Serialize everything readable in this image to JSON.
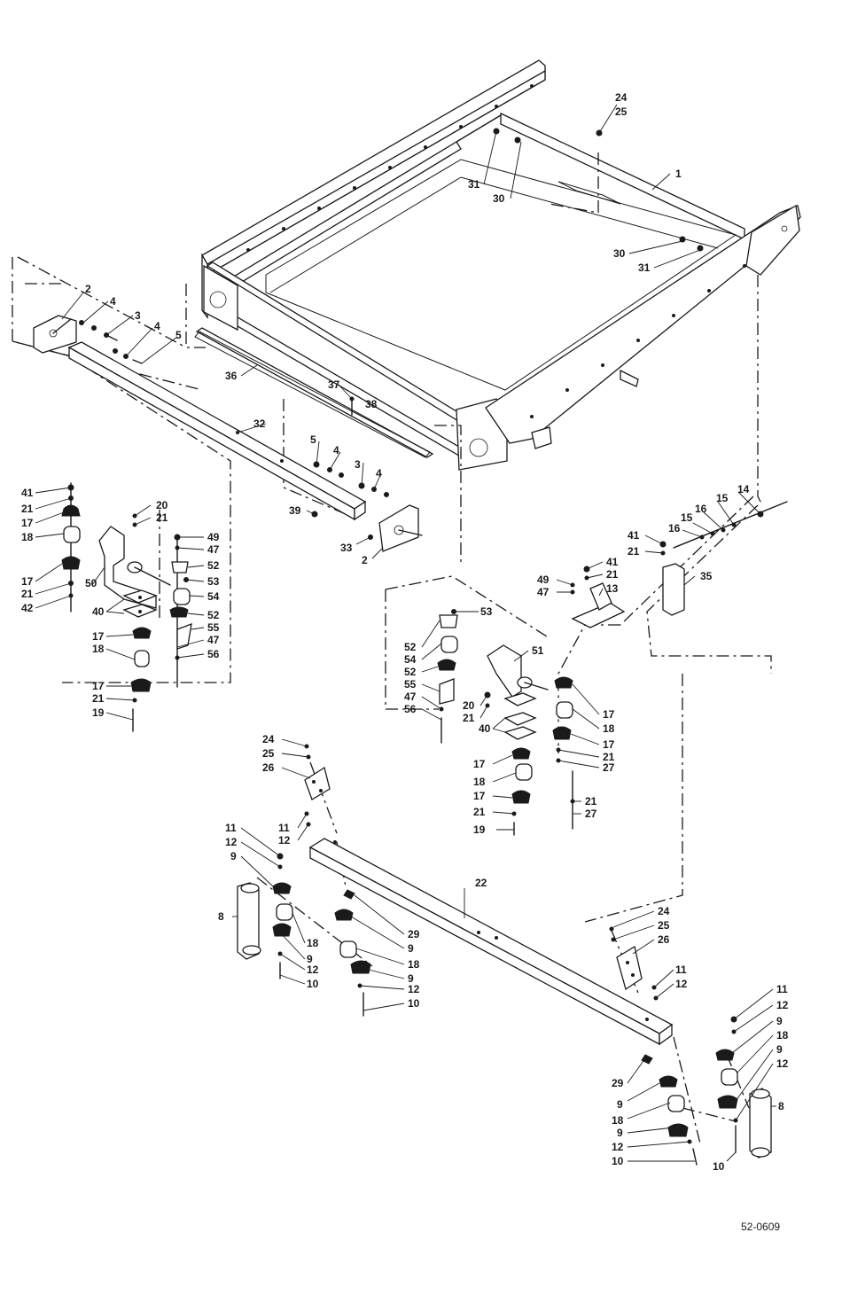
{
  "drawing": {
    "figure_number": "52-0609",
    "callouts": {
      "c_24a": "24",
      "c_25a": "25",
      "c_1": "1",
      "c_31a": "31",
      "c_30a": "30",
      "c_30b": "30",
      "c_31b": "31",
      "c_2a": "2",
      "c_4a": "4",
      "c_3a": "3",
      "c_4b": "4",
      "c_5a": "5",
      "c_36": "36",
      "c_37": "37",
      "c_38": "38",
      "c_32": "32",
      "c_5b": "5",
      "c_4c": "4",
      "c_3b": "3",
      "c_4d": "4",
      "c_39": "39",
      "c_33": "33",
      "c_2b": "2",
      "c_41a": "41",
      "c_21a": "21",
      "c_17a": "17",
      "c_18a": "18",
      "c_17b": "17",
      "c_21b": "21",
      "c_42": "42",
      "c_20a": "20",
      "c_21c": "21",
      "c_50": "50",
      "c_49a": "49",
      "c_47a": "47",
      "c_52a": "52",
      "c_53a": "53",
      "c_54a": "54",
      "c_52b": "52",
      "c_55a": "55",
      "c_47b": "47",
      "c_56a": "56",
      "c_40a": "40",
      "c_17c": "17",
      "c_18b": "18",
      "c_17d": "17",
      "c_21d": "21",
      "c_19a": "19",
      "c_14": "14",
      "c_15a": "15",
      "c_16a": "16",
      "c_15b": "15",
      "c_16b": "16",
      "c_41b": "41",
      "c_21e": "21",
      "c_35": "35",
      "c_49b": "49",
      "c_47c": "47",
      "c_41c": "41",
      "c_21f": "21",
      "c_13": "13",
      "c_53b": "53",
      "c_52c": "52",
      "c_54b": "54",
      "c_52d": "52",
      "c_55b": "55",
      "c_47d": "47",
      "c_56b": "56",
      "c_51": "51",
      "c_20b": "20",
      "c_21g": "21",
      "c_40b": "40",
      "c_17e": "17",
      "c_18c": "18",
      "c_17f": "17",
      "c_21h": "21",
      "c_19b": "19",
      "c_17g": "17",
      "c_18d": "18",
      "c_17h": "17",
      "c_21i": "21",
      "c_27a": "27",
      "c_21j": "21",
      "c_27b": "27",
      "c_24b": "24",
      "c_25b": "25",
      "c_26a": "26",
      "c_11a": "11",
      "c_12a": "12",
      "c_11b": "11",
      "c_12b": "12",
      "c_9a": "9",
      "c_8a": "8",
      "c_18e": "18",
      "c_9b": "9",
      "c_12c": "12",
      "c_10a": "10",
      "c_22": "22",
      "c_29a": "29",
      "c_9c": "9",
      "c_18f": "18",
      "c_9d": "9",
      "c_12d": "12",
      "c_10b": "10",
      "c_24c": "24",
      "c_25c": "25",
      "c_26b": "26",
      "c_11c": "11",
      "c_12e": "12",
      "c_11d": "11",
      "c_12f": "12",
      "c_9e": "9",
      "c_18g": "18",
      "c_9f": "9",
      "c_12g": "12",
      "c_8b": "8",
      "c_10c": "10",
      "c_29b": "29",
      "c_9g": "9",
      "c_18h": "18",
      "c_9h": "9",
      "c_12h": "12",
      "c_10d": "10"
    }
  }
}
